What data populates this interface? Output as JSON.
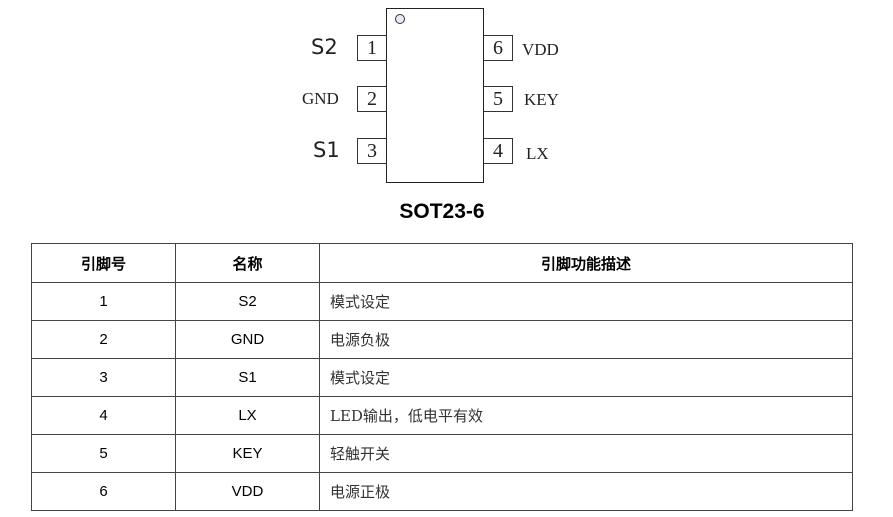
{
  "diagram": {
    "package_name": "SOT23-6",
    "left_pins": [
      {
        "number": "1",
        "label": "S2"
      },
      {
        "number": "2",
        "label": "GND"
      },
      {
        "number": "3",
        "label": "S1"
      }
    ],
    "right_pins": [
      {
        "number": "6",
        "label": "VDD"
      },
      {
        "number": "5",
        "label": "KEY"
      },
      {
        "number": "4",
        "label": "LX"
      }
    ]
  },
  "table": {
    "headers": [
      "引脚号",
      "名称",
      "引脚功能描述"
    ],
    "rows": [
      {
        "pin": "1",
        "name": "S2",
        "description": "模式设定"
      },
      {
        "pin": "2",
        "name": "GND",
        "description": "电源负极"
      },
      {
        "pin": "3",
        "name": "S1",
        "description": "模式设定"
      },
      {
        "pin": "4",
        "name": "LX",
        "description": "LED输出，低电平有效"
      },
      {
        "pin": "5",
        "name": "KEY",
        "description": "轻触开关"
      },
      {
        "pin": "6",
        "name": "VDD",
        "description": "电源正极"
      }
    ]
  }
}
